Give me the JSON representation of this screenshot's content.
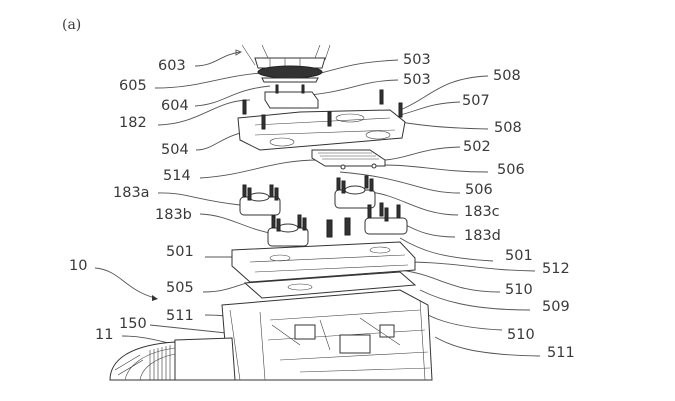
{
  "figure": {
    "label": "(a)",
    "type": "exploded-view patent drawing of camera accessory mounting assembly"
  },
  "reference_labels": [
    {
      "id": "603",
      "text": "603"
    },
    {
      "id": "605",
      "text": "605"
    },
    {
      "id": "604",
      "text": "604"
    },
    {
      "id": "182",
      "text": "182"
    },
    {
      "id": "504",
      "text": "504"
    },
    {
      "id": "514",
      "text": "514"
    },
    {
      "id": "183a",
      "text": "183a"
    },
    {
      "id": "183b",
      "text": "183b"
    },
    {
      "id": "501-left",
      "text": "501"
    },
    {
      "id": "10",
      "text": "10"
    },
    {
      "id": "505",
      "text": "505"
    },
    {
      "id": "511-left",
      "text": "511"
    },
    {
      "id": "150",
      "text": "150"
    },
    {
      "id": "11",
      "text": "11"
    },
    {
      "id": "503-upper",
      "text": "503"
    },
    {
      "id": "503-lower",
      "text": "503"
    },
    {
      "id": "508-upper",
      "text": "508"
    },
    {
      "id": "507",
      "text": "507"
    },
    {
      "id": "508-lower",
      "text": "508"
    },
    {
      "id": "502",
      "text": "502"
    },
    {
      "id": "506-upper",
      "text": "506"
    },
    {
      "id": "506-lower",
      "text": "506"
    },
    {
      "id": "183c",
      "text": "183c"
    },
    {
      "id": "183d",
      "text": "183d"
    },
    {
      "id": "501-right",
      "text": "501"
    },
    {
      "id": "512",
      "text": "512"
    },
    {
      "id": "510-upper",
      "text": "510"
    },
    {
      "id": "509",
      "text": "509"
    },
    {
      "id": "510-lower",
      "text": "510"
    },
    {
      "id": "511-right",
      "text": "511"
    }
  ]
}
